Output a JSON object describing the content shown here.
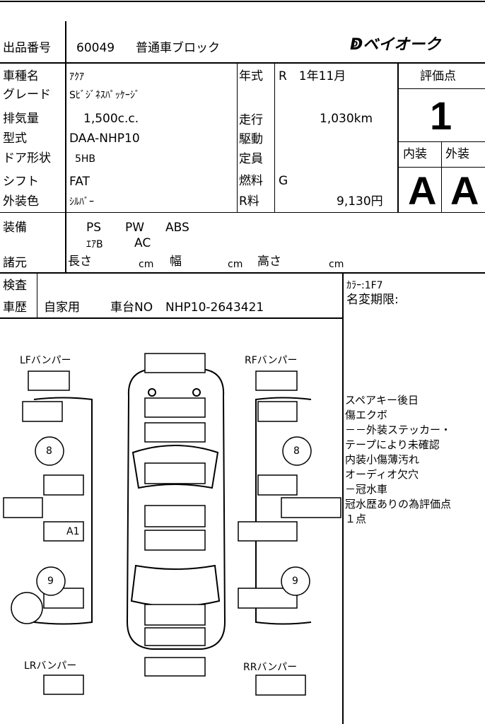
{
  "header": {
    "lot_label": "出品番号",
    "lot_no": "60049",
    "block": "普通車ブロック",
    "logo": "ベイオーク"
  },
  "left": {
    "car_name_label": "車種名",
    "car_name": "ｱｸｱ",
    "grade_label": "グレード",
    "grade": "Sﾋﾞｼﾞﾈｽﾊﾟｯｹｰｼﾞ",
    "displacement_label": "排気量",
    "displacement": "1,500c.c.",
    "model_label": "型式",
    "model": "DAA-NHP10",
    "door_label": "ドア形状",
    "door": "5HB",
    "shift_label": "シフト",
    "shift": "FAT",
    "color_label": "外装色",
    "color": "ｼﾙﾊﾞｰ"
  },
  "mid": {
    "year_label": "年式",
    "year": "R　1年11月",
    "mileage_label": "走行",
    "mileage": "1,030km",
    "drive_label": "駆動",
    "capacity_label": "定員",
    "fuel_label": "燃料",
    "fuel": "G",
    "recycle_label": "R料",
    "recycle": "9,130円"
  },
  "score": {
    "label": "評価点",
    "value": "1",
    "interior_label": "内装",
    "exterior_label": "外装",
    "interior": "A",
    "exterior": "A"
  },
  "equipment": {
    "label": "装備",
    "items": [
      "PS",
      "PW",
      "ABS",
      "ｴｱB",
      "AC"
    ]
  },
  "dimensions": {
    "label": "諸元",
    "length": "長さ",
    "width": "幅",
    "height": "高さ",
    "unit": "cm"
  },
  "inspection": {
    "label": "検査",
    "history_label": "車歴",
    "history": "自家用",
    "chassis_label": "車台NO",
    "chassis": "NHP10-2643421"
  },
  "side": {
    "color_code": "ｶﾗｰ:1F7",
    "name_change": "名変期限:"
  },
  "notes": [
    "スペアキー後日",
    "傷エクボ",
    "－－外装ステッカー・",
    "テープにより未確認",
    "内装小傷薄汚れ",
    "オーディオ欠穴",
    "－冠水車",
    "冠水歴ありの為評価点",
    "１点"
  ],
  "diagram": {
    "lf": "LFバンパー",
    "rf": "RFバンパー",
    "lr": "LRバンパー",
    "rr": "RRバンパー",
    "tire_front_left": "8",
    "tire_front_right": "8",
    "tire_rear_left": "9",
    "tire_rear_right": "9",
    "damage": "A1"
  }
}
